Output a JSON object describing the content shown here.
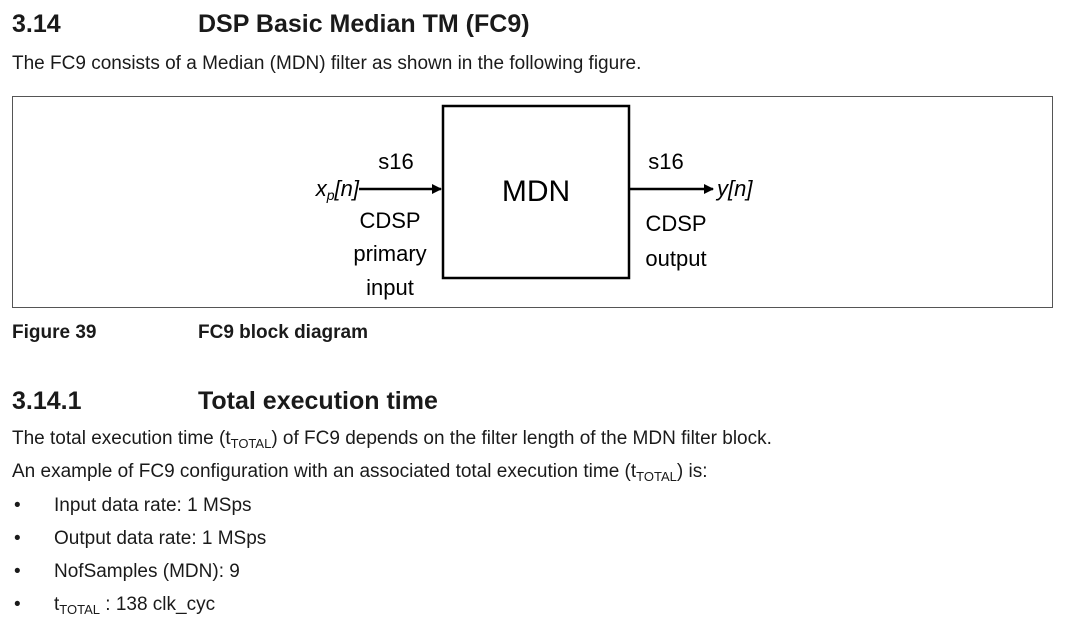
{
  "heading": {
    "number": "3.14",
    "title": "DSP Basic Median TM (FC9)"
  },
  "intro": "The FC9 consists of a Median (MDN) filter as shown in the following figure.",
  "diagram": {
    "block_label": "MDN",
    "input_signal_base": "x",
    "input_signal_sub": "p",
    "input_signal_suffix": "[n]",
    "input_type": "s16",
    "input_desc": [
      "CDSP",
      "primary",
      "input"
    ],
    "output_signal": "y[n]",
    "output_type": "s16",
    "output_desc": [
      "CDSP",
      "output"
    ]
  },
  "figure": {
    "label": "Figure 39",
    "caption": "FC9 block diagram"
  },
  "subheading": {
    "number": "3.14.1",
    "title": "Total execution time"
  },
  "para1": {
    "pre": "The total execution time (t",
    "sub": "TOTAL",
    "post": ") of FC9 depends on the filter length of the MDN filter block."
  },
  "para2": {
    "pre": "An example of FC9 configuration with an associated total execution time (t",
    "sub": "TOTAL",
    "post": ") is:"
  },
  "bullet_symbol": "•",
  "list": {
    "item1": "Input data rate: 1 MSps",
    "item2": "Output data rate: 1 MSps",
    "item3": "NofSamples (MDN): 9",
    "item4_pre": "t",
    "item4_sub": "TOTAL",
    "item4_post": " : 138 clk_cyc"
  }
}
